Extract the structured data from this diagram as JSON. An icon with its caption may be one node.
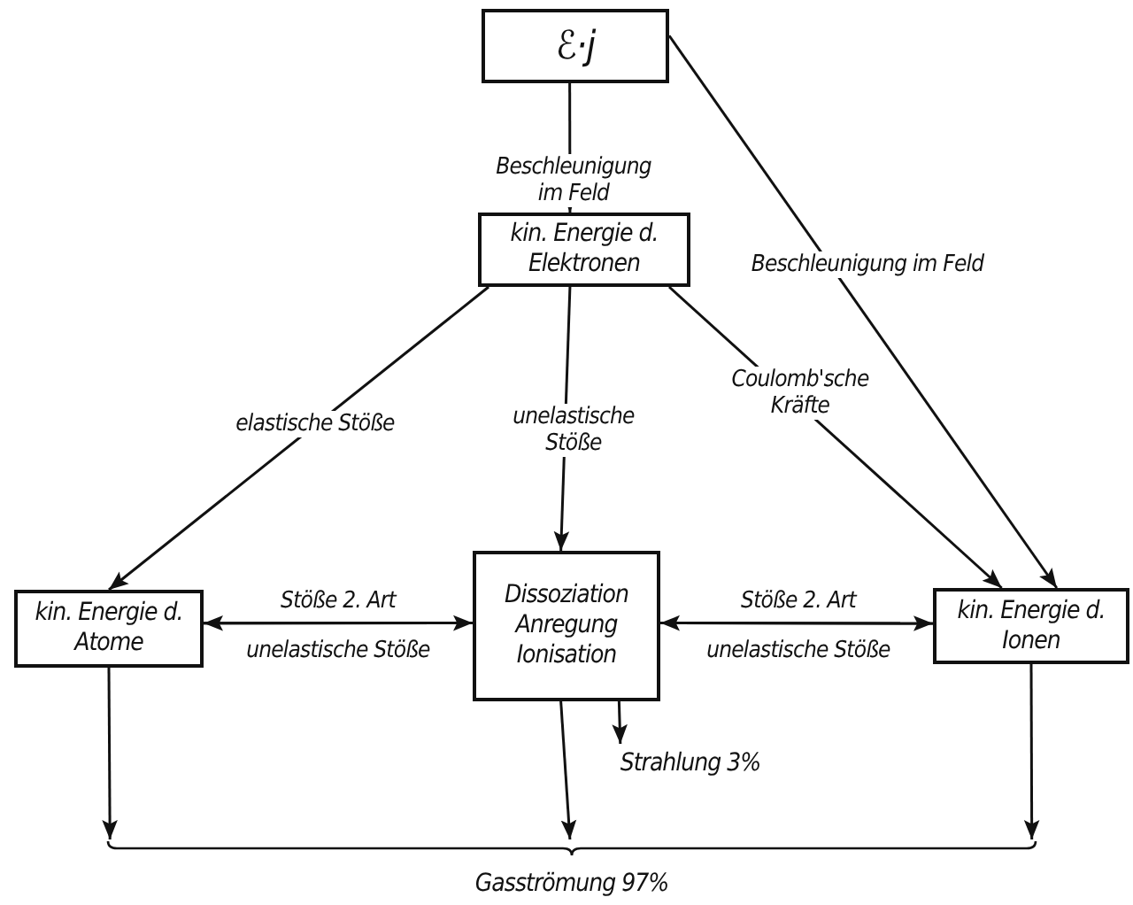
{
  "diagram": {
    "nodes": [
      {
        "text": [
          "ℰ·j"
        ]
      },
      {
        "text": [
          "kin. Energie d. Elektronen"
        ]
      },
      {
        "text": [
          "kin. Energie d. Atome"
        ]
      },
      {
        "text": [
          "Dissoziation Anregung Ionisation"
        ]
      },
      {
        "text": [
          "kin. Energie d. Ionen"
        ]
      },
      {
        "text": [
          "Strahlung 3%"
        ]
      },
      {
        "text": [
          "Gasströmung 97%"
        ]
      }
    ],
    "edges": [
      {
        "from": 0,
        "to": 1,
        "arrow": "to",
        "label": "Beschleunigung im Feld"
      },
      {
        "from": 0,
        "to": 4,
        "arrow": "to",
        "label": "Beschleunigung im Feld"
      },
      {
        "from": 1,
        "to": 2,
        "arrow": "to",
        "label": "elastische Stöße"
      },
      {
        "from": 1,
        "to": 3,
        "arrow": "to",
        "label": "unelastische Stöße"
      },
      {
        "from": 1,
        "to": 4,
        "arrow": "to",
        "label": "Coulomb'sche Kräfte"
      },
      {
        "from": 3,
        "to": 2,
        "arrow": "to",
        "label": "Stöße 2. Art"
      },
      {
        "from": 2,
        "to": 3,
        "arrow": "to",
        "label": "unelastische Stöße"
      },
      {
        "from": 4,
        "to": 3,
        "arrow": "to",
        "label": "Stöße 2. Art"
      },
      {
        "from": 3,
        "to": 4,
        "arrow": "to",
        "label": "unelastische Stöße"
      },
      {
        "from": 3,
        "to": 5,
        "arrow": "to"
      },
      {
        "from": 2,
        "to": 6,
        "arrow": "to"
      },
      {
        "from": 3,
        "to": 6,
        "arrow": "to"
      },
      {
        "from": 4,
        "to": 6,
        "arrow": "to"
      }
    ]
  }
}
